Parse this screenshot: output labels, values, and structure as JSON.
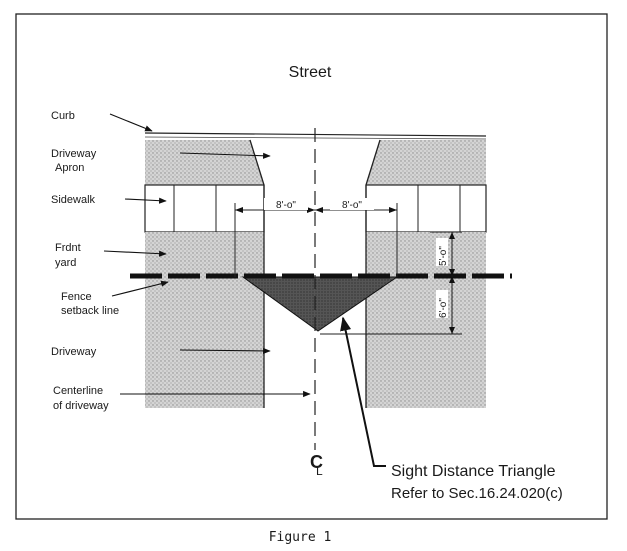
{
  "diagram": {
    "street_label": "Street",
    "labels": {
      "curb": "Curb",
      "driveway_apron_1": "Driveway",
      "driveway_apron_2": "Apron",
      "sidewalk": "Sidewalk",
      "front_yard_1": "Frdnt",
      "front_yard_2": "yard",
      "fence_1": "Fence",
      "fence_2": "setback line",
      "driveway": "Driveway",
      "centerline_1": "Centerline",
      "centerline_2": "of driveway"
    },
    "dimensions": {
      "left_width": "8'-o\"",
      "right_width": "8'-o\"",
      "upper_depth": "5'-o\"",
      "lower_depth": "6'-o\""
    },
    "centerline_symbol": "CL",
    "sight_triangle_1": "Sight Distance Triangle",
    "sight_triangle_2": "Refer to Sec.16.24.020(c)"
  },
  "caption": "Figure 1"
}
